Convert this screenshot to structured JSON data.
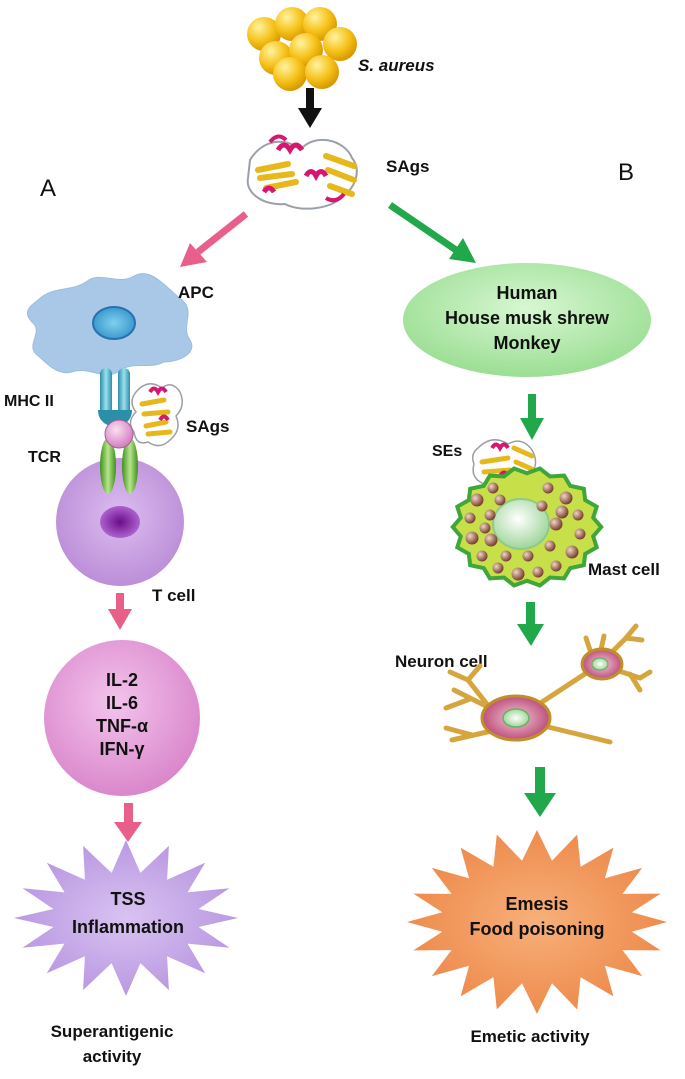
{
  "colors": {
    "pink_arrow": "#e8608a",
    "green_arrow": "#21a84a",
    "black_arrow": "#111111",
    "bacteria": "#f6c21a",
    "apc": "#a9c8e8",
    "tcell": "#c79be0",
    "cytokine": "#e49ad8",
    "tss": "#bd9ce3",
    "host_ellipse": "#a9e6a3",
    "emesis": "#f0955c",
    "mast": "#c7e04a",
    "neuron": "#d6a63e"
  },
  "diagram": {
    "source": "S. aureus",
    "toxin": "SAgs",
    "panel_a": "A",
    "panel_b": "B",
    "apc": "APC",
    "mhc": "MHC II",
    "tcr": "TCR",
    "sags_bound": "SAgs",
    "tcell": "T cell",
    "cytokines": [
      "IL-2",
      "IL-6",
      "TNF-α",
      "IFN-γ"
    ],
    "tss": [
      "TSS",
      "Inflammation"
    ],
    "activity_a": [
      "Superantigenic",
      "activity"
    ],
    "hosts": [
      "Human",
      "House musk shrew",
      "Monkey"
    ],
    "ses": "SEs",
    "mast": "Mast cell",
    "neuron": "Neuron cell",
    "emesis": [
      "Emesis",
      "Food poisoning"
    ],
    "activity_b": "Emetic activity"
  }
}
